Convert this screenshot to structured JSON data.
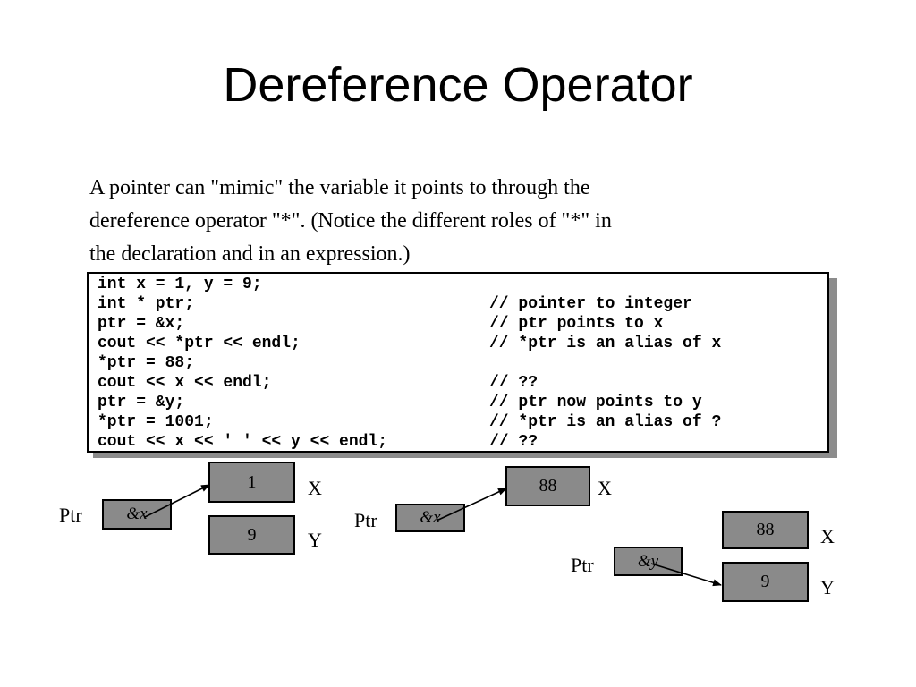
{
  "slide": {
    "title": "Dereference Operator",
    "intro_lines": [
      "A pointer can \"mimic\" the variable it points to through the",
      "dereference operator \"*\".  (Notice the different roles of \"*\" in",
      "the declaration and in an expression.)"
    ]
  },
  "code": {
    "lines": [
      {
        "code": "int x = 1, y = 9;",
        "comment": ""
      },
      {
        "code": "int * ptr;",
        "comment": "// pointer to integer"
      },
      {
        "code": "ptr = &x;",
        "comment": "// ptr points to x"
      },
      {
        "code": "cout << *ptr << endl;",
        "comment": "// *ptr is an alias of x"
      },
      {
        "code": "*ptr = 88;",
        "comment": ""
      },
      {
        "code": "cout << x << endl;",
        "comment": "// ??"
      },
      {
        "code": "ptr = &y;",
        "comment": "// ptr now points to y"
      },
      {
        "code": "*ptr = 1001;",
        "comment": "// *ptr is an alias of ?"
      },
      {
        "code": "cout << x << ' ' << y << endl;",
        "comment": "// ??"
      }
    ]
  },
  "diagrams": [
    {
      "ptr_label": "Ptr",
      "ptr_value": "&x",
      "x_value": "1",
      "x_label": "X",
      "y_value": "9",
      "y_label": "Y"
    },
    {
      "ptr_label": "Ptr",
      "ptr_value": "&x",
      "x_value": "88",
      "x_label": "X"
    },
    {
      "ptr_label": "Ptr",
      "ptr_value": "&y",
      "x_value": "88",
      "x_label": "X",
      "y_value": "9",
      "y_label": "Y"
    }
  ]
}
